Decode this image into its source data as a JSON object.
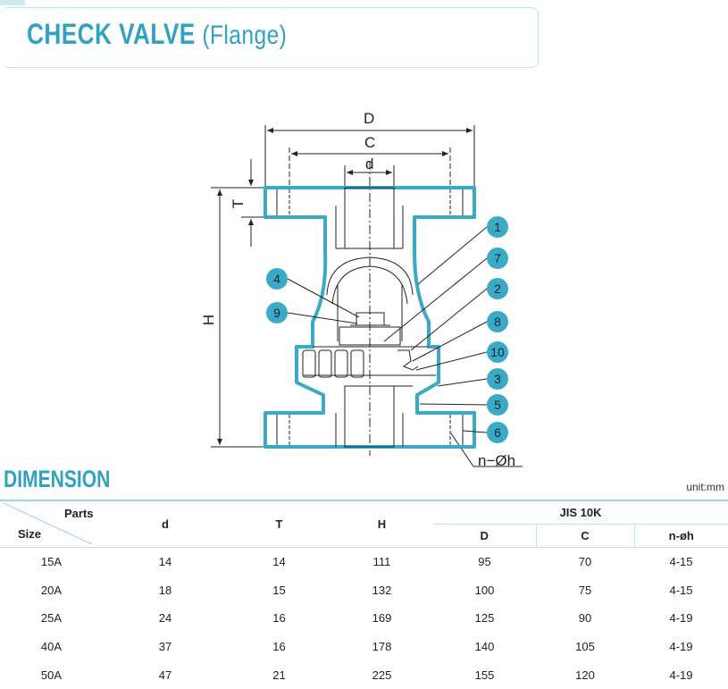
{
  "header": {
    "title": "CHECK VALVE",
    "subtitle": "(Flange)"
  },
  "drawing": {
    "dims": {
      "D": "D",
      "C": "C",
      "d": "d",
      "T": "T",
      "H": "H",
      "nh": "n−Øh"
    },
    "callouts": [
      "1",
      "7",
      "2",
      "8",
      "10",
      "3",
      "5",
      "6",
      "4",
      "9"
    ]
  },
  "section": {
    "title": "DIMENSION",
    "unit": "unit:mm"
  },
  "table": {
    "parts_label": "Parts",
    "size_label": "Size",
    "standard": "JIS 10K",
    "columns": [
      "d",
      "T",
      "H",
      "D",
      "C",
      "n-øh"
    ],
    "rows": [
      [
        "15A",
        "14",
        "14",
        "111",
        "95",
        "70",
        "4-15"
      ],
      [
        "20A",
        "18",
        "15",
        "132",
        "100",
        "75",
        "4-15"
      ],
      [
        "25A",
        "24",
        "16",
        "169",
        "125",
        "90",
        "4-19"
      ],
      [
        "40A",
        "37",
        "16",
        "178",
        "140",
        "105",
        "4-19"
      ],
      [
        "50A",
        "47",
        "21",
        "225",
        "155",
        "120",
        "4-19"
      ]
    ]
  },
  "colors": {
    "accent": "#2fa3c1",
    "valve_outline": "#3aaac6",
    "callout_fill": "#3aaac6"
  }
}
